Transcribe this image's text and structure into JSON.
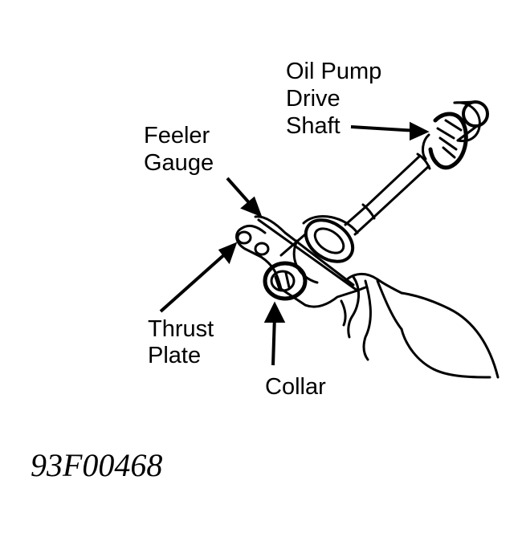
{
  "labels": {
    "oil_pump_line1": "Oil Pump",
    "oil_pump_line2": "Drive",
    "oil_pump_line3": "Shaft",
    "feeler_line1": "Feeler",
    "feeler_line2": "Gauge",
    "thrust_line1": "Thrust",
    "thrust_line2": "Plate",
    "collar": "Collar"
  },
  "figure_id": "93F00468",
  "colors": {
    "ink": "#000000",
    "background": "#ffffff"
  }
}
